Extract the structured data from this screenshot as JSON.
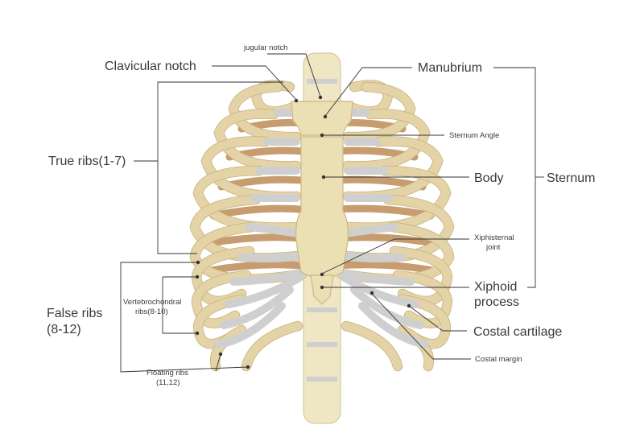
{
  "labels": {
    "jugular_notch": "jugular notch",
    "clavicular_notch": "Clavicular notch",
    "manubrium": "Manubrium",
    "sternum_angle": "Sternum Angle",
    "body": "Body",
    "sternum": "Sternum",
    "true_ribs": "True ribs(1-7)",
    "xiphisternal_line1": "Xiphisternal",
    "xiphisternal_line2": "joint",
    "xiphoid_line1": "Xiphoid",
    "xiphoid_line2": "process",
    "false_ribs_line1": "False ribs",
    "false_ribs_line2": "(8-12)",
    "vertebrochondral_line1": "Vertebrochondral",
    "vertebrochondral_line2": "ribs(8-10)",
    "costal_cartilage": "Costal cartilage",
    "costal_margin": "Costal margin",
    "floating_line1": "Floating ribs",
    "floating_line2": "(11,12)"
  },
  "colors": {
    "bone": "#ebdfb4",
    "bone_outline": "#cbb888",
    "rib_back": "#c79c6e",
    "cartilage": "#cfcfcf",
    "leader": "#333333"
  }
}
